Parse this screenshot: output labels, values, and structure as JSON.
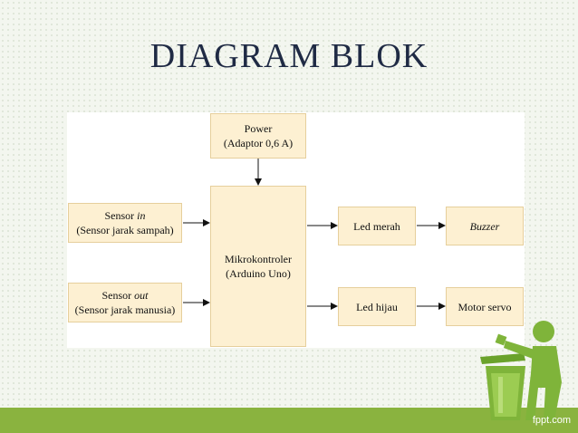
{
  "title": "DIAGRAM BLOK",
  "blocks": {
    "power": {
      "line1": "Power",
      "line2": "(Adaptor 0,6 A)"
    },
    "sensor_in": {
      "line1_prefix": "Sensor ",
      "line1_italic": "in",
      "line2": "(Sensor jarak sampah)"
    },
    "sensor_out": {
      "line1_prefix": "Sensor ",
      "line1_italic": "out",
      "line2": "(Sensor jarak manusia)"
    },
    "mcu": {
      "line1": "Mikrokontroler",
      "line2": "(Arduino Uno)"
    },
    "led_merah": {
      "label": "Led merah"
    },
    "buzzer": {
      "label": "Buzzer"
    },
    "led_hijau": {
      "label": "Led hijau"
    },
    "motor_servo": {
      "label": "Motor servo"
    }
  },
  "footer": {
    "brand": "fppt.com"
  },
  "colors": {
    "block_fill": "#fdf0d2",
    "block_border": "#e6cf9c",
    "bar": "#8ab33f",
    "title": "#1f2a44"
  },
  "icons": [
    "recycle-person-icon"
  ]
}
